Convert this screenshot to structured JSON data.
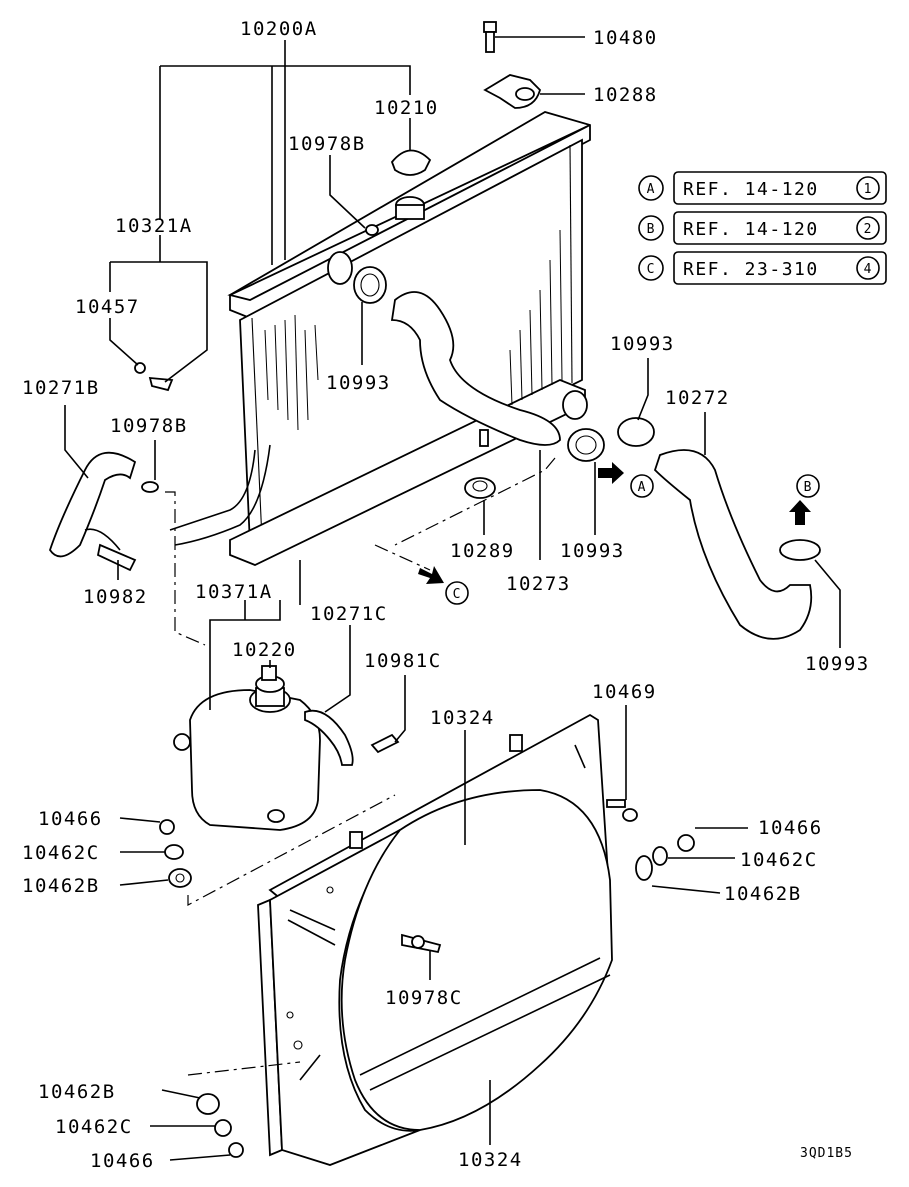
{
  "labels": {
    "p10200A": "10200A",
    "p10210": "10210",
    "p10480": "10480",
    "p10288": "10288",
    "p10978B_top": "10978B",
    "p10321A": "10321A",
    "p10457": "10457",
    "p10993_a": "10993",
    "p10993_b": "10993",
    "p10272": "10272",
    "p10271B": "10271B",
    "p10978B_mid": "10978B",
    "p10289": "10289",
    "p10993_c": "10993",
    "p10273": "10273",
    "p10982": "10982",
    "p10371A": "10371A",
    "p10271C": "10271C",
    "p10220": "10220",
    "p10981C": "10981C",
    "p10993_d": "10993",
    "p10469": "10469",
    "p10324_top": "10324",
    "p10466_l": "10466",
    "p10462C_l": "10462C",
    "p10462B_l": "10462B",
    "p10466_r": "10466",
    "p10462C_r": "10462C",
    "p10462B_r": "10462B",
    "p10978C": "10978C",
    "p10462B_bl": "10462B",
    "p10462C_bl": "10462C",
    "p10466_bl": "10466",
    "p10324_bot": "10324",
    "drawing_code": "3QD1B5"
  },
  "references": [
    {
      "letter": "A",
      "text": "REF. 14-120",
      "num": "1"
    },
    {
      "letter": "B",
      "text": "REF. 14-120",
      "num": "2"
    },
    {
      "letter": "C",
      "text": "REF. 23-310",
      "num": "4"
    }
  ],
  "arrows": {
    "a": "A",
    "b": "B",
    "c": "C"
  }
}
